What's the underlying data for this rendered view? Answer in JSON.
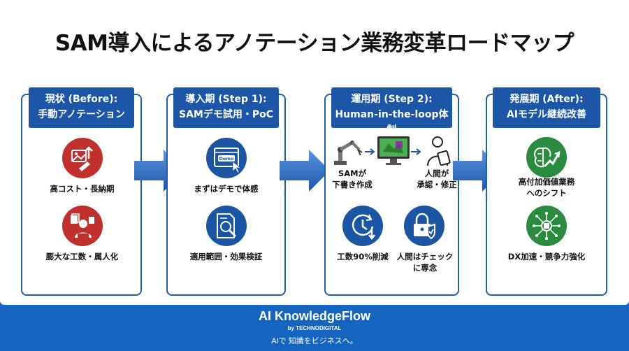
{
  "title": "SAM導入によるアノテーション業務変革ロードマップ",
  "colors": {
    "brand_blue": "#1d56a6",
    "footer_blue": "#1565c0",
    "red": "#c0302c",
    "green": "#2a8a3f",
    "arrow_blue": "#2d6cc8"
  },
  "phases": [
    {
      "heading_line1": "現状 (Before):",
      "heading_line2": "手動アノテーション",
      "items": [
        {
          "label": "高コスト・長納期",
          "icon": "manual-drawing-cost-icon"
        },
        {
          "label": "膨大な工数・属人化",
          "icon": "overworked-person-icon"
        }
      ]
    },
    {
      "heading_line1": "導入期 (Step 1):",
      "heading_line2": "SAMデモ試用・PoC",
      "items": [
        {
          "label": "まずはデモで体感",
          "icon": "demo-screen-icon",
          "demo_text": "Demo"
        },
        {
          "label": "適用範囲・効果検証",
          "icon": "document-magnifier-icon"
        }
      ]
    },
    {
      "heading_line1": "運用期 (Step 2):",
      "heading_line2": "Human-in-the-loop体制",
      "flow": [
        {
          "label_line1": "SAMが",
          "label_line2": "下書き作成",
          "icon": "robot-arm-icon"
        },
        {
          "icon": "monitor-segmentation-icon"
        },
        {
          "label_line1": "人間が",
          "label_line2": "承認・修正",
          "icon": "person-tablet-icon"
        }
      ],
      "items": [
        {
          "label": "工数90%削減",
          "icon": "clock-reduction-icon"
        },
        {
          "label_line1": "人間はチェック",
          "label_line2": "に専念",
          "icon": "lock-shield-icon"
        }
      ]
    },
    {
      "heading_line1": "発展期 (After):",
      "heading_line2": "AIモデル継続改善",
      "items": [
        {
          "label_line1": "高付加価値業務",
          "label_line2": "へのシフト",
          "icon": "brain-growth-icon"
        },
        {
          "label": "DX加速・競争力強化",
          "icon": "ai-chip-network-icon"
        }
      ]
    }
  ],
  "footer": {
    "brand": "AI KnowledgeFlow",
    "by": "by TECHNODIGITAL",
    "tagline": "AIで 知識をビジネスへ。"
  }
}
